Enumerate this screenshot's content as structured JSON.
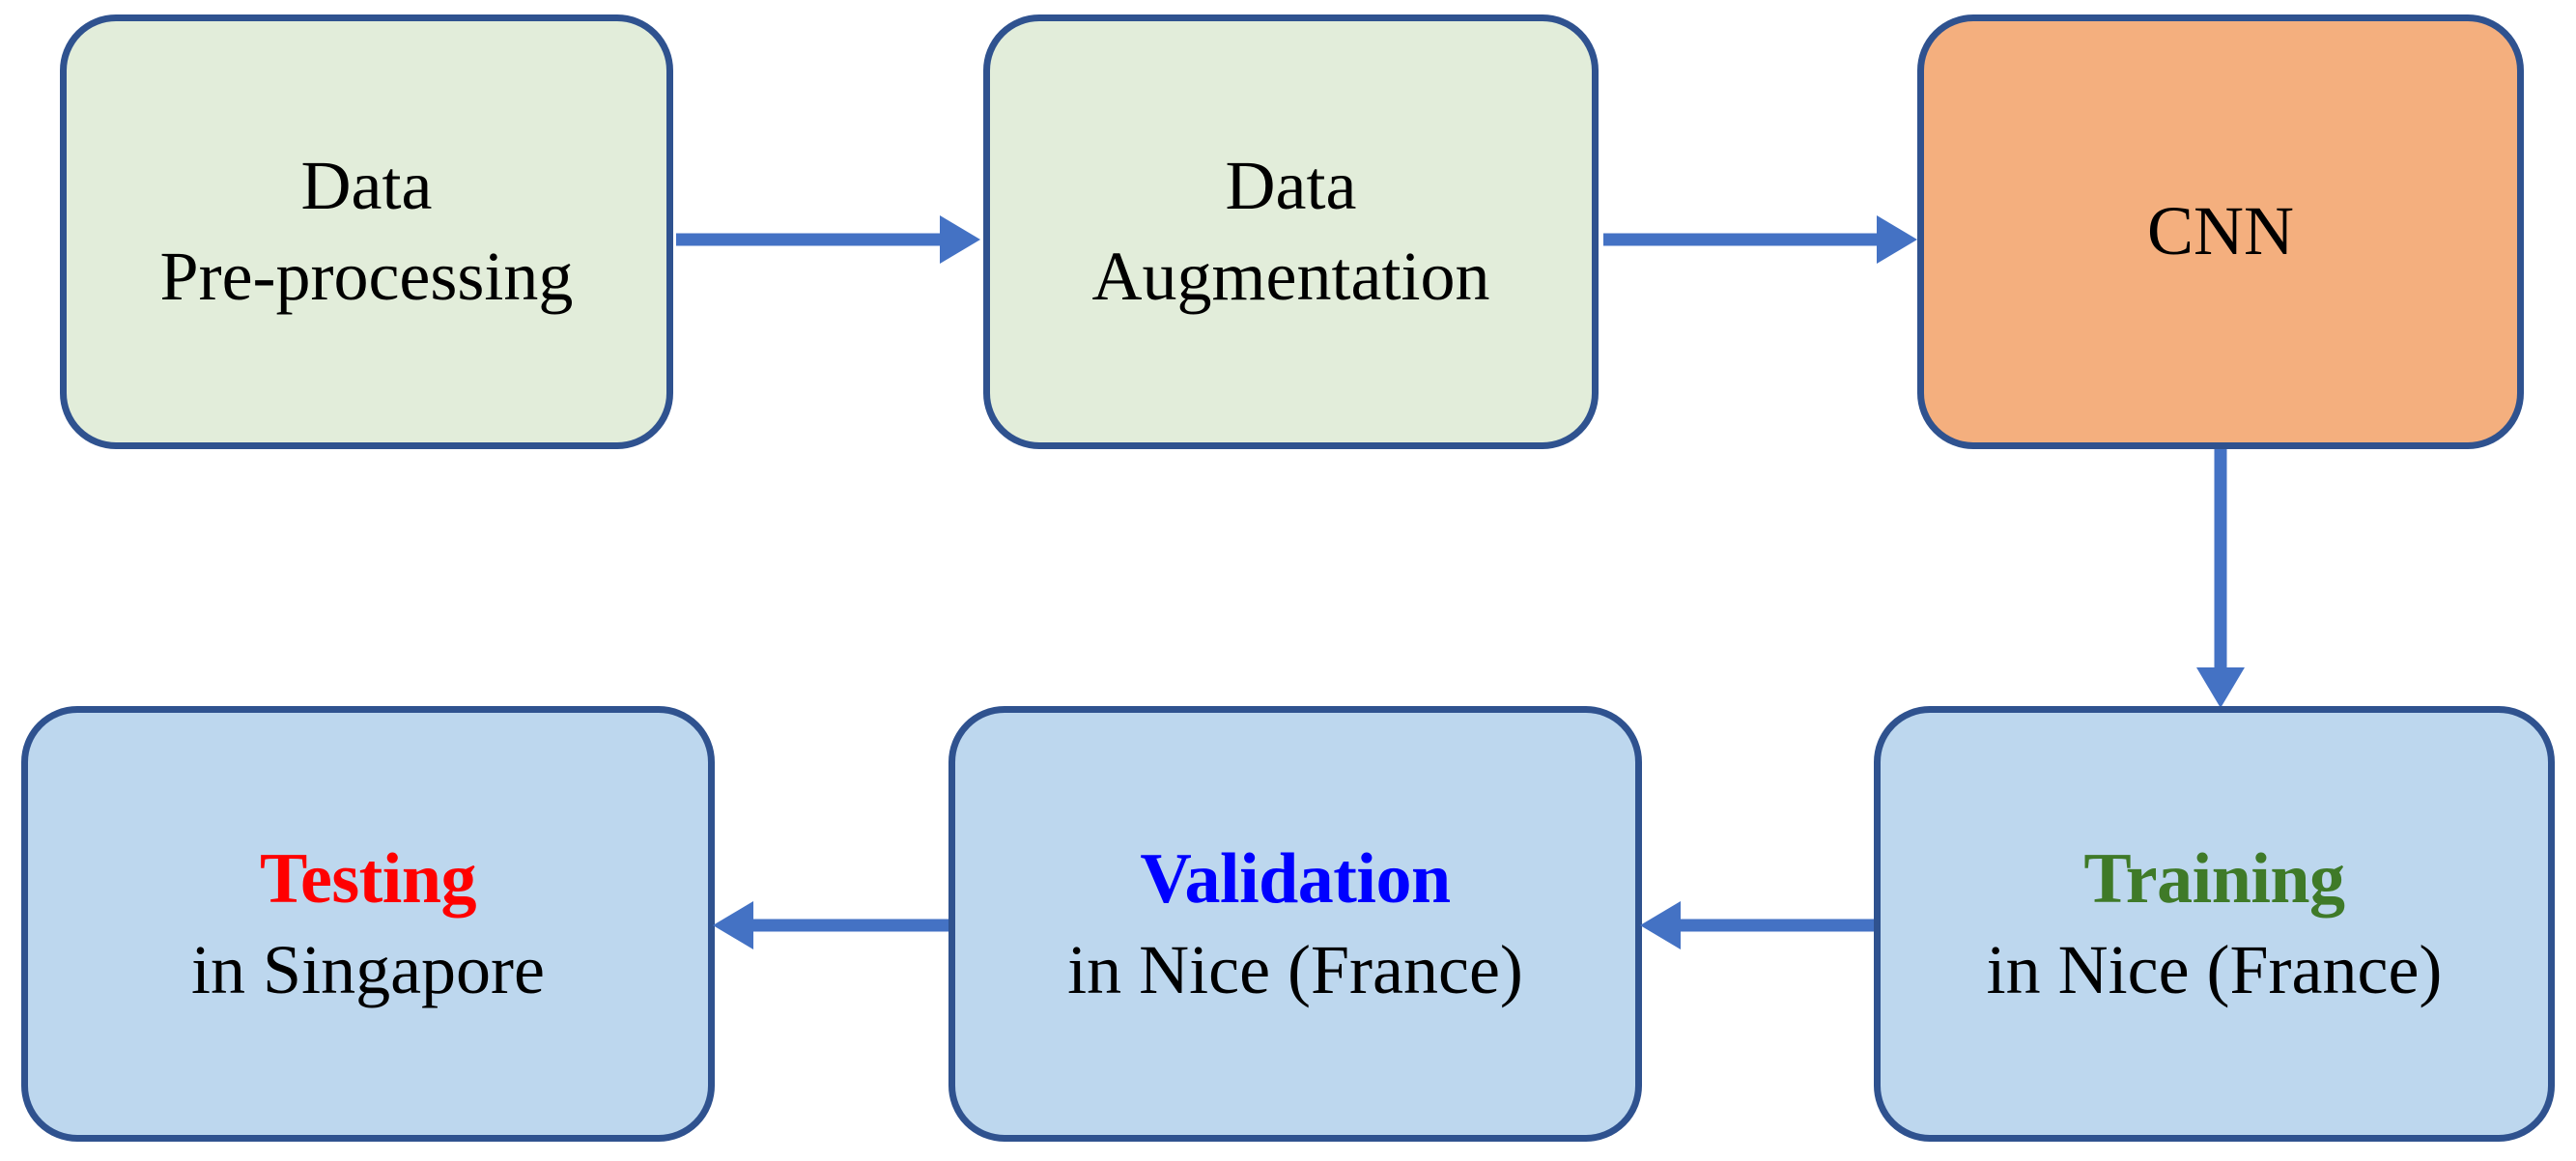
{
  "diagram": {
    "title": "CNN training and evaluation pipeline flowchart",
    "colors": {
      "border": "#2F528F",
      "arrow": "#4472C4",
      "fill_green": "#E2EDDA",
      "fill_orange": "#F4AF7E",
      "fill_blue": "#BDD7EE",
      "text_black": "#000000",
      "text_green": "#3F7A28",
      "text_blue": "#0000FF",
      "text_red": "#FF0000"
    },
    "nodes": [
      {
        "id": "data-pre-processing",
        "line1": "Data",
        "line2": "Pre-processing",
        "fill": "green"
      },
      {
        "id": "data-augmentation",
        "line1": "Data",
        "line2": "Augmentation",
        "fill": "green"
      },
      {
        "id": "cnn",
        "line1": "CNN",
        "line2": "",
        "fill": "orange"
      },
      {
        "id": "training",
        "line1": "Training",
        "line2": "in Nice (France)",
        "fill": "blue",
        "heading_color": "#3F7A28"
      },
      {
        "id": "validation",
        "line1": "Validation",
        "line2": "in Nice (France)",
        "fill": "blue",
        "heading_color": "#0000FF"
      },
      {
        "id": "testing",
        "line1": "Testing",
        "line2": "in Singapore",
        "fill": "blue",
        "heading_color": "#FF0000"
      }
    ],
    "edges": [
      {
        "id": "edge-preprocessing-to-augmentation",
        "from": "data-pre-processing",
        "to": "data-augmentation",
        "direction": "right"
      },
      {
        "id": "edge-augmentation-to-cnn",
        "from": "data-augmentation",
        "to": "cnn",
        "direction": "right"
      },
      {
        "id": "edge-cnn-to-training",
        "from": "cnn",
        "to": "training",
        "direction": "down"
      },
      {
        "id": "edge-training-to-validation",
        "from": "training",
        "to": "validation",
        "direction": "left"
      },
      {
        "id": "edge-validation-to-testing",
        "from": "validation",
        "to": "testing",
        "direction": "left"
      }
    ]
  }
}
